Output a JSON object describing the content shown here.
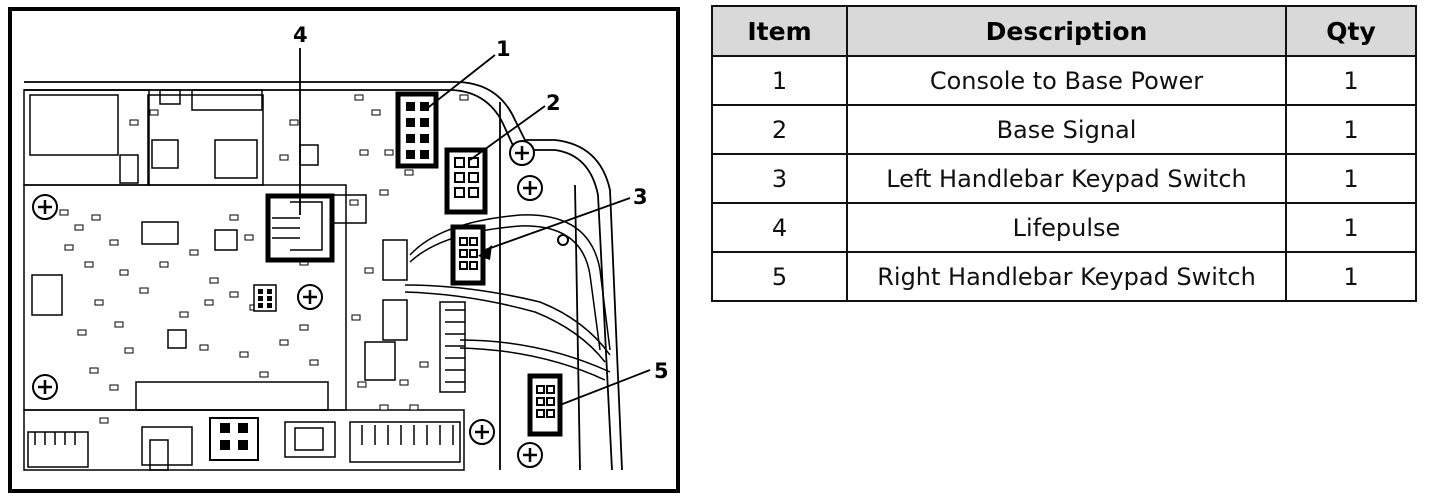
{
  "table": {
    "headers": {
      "item": "Item",
      "description": "Description",
      "qty": "Qty"
    },
    "rows": [
      {
        "item": "1",
        "description": "Console to Base Power",
        "qty": "1"
      },
      {
        "item": "2",
        "description": "Base Signal",
        "qty": "1"
      },
      {
        "item": "3",
        "description": "Left Handlebar Keypad Switch",
        "qty": "1"
      },
      {
        "item": "4",
        "description": "Lifepulse",
        "qty": "1"
      },
      {
        "item": "5",
        "description": "Right Handlebar Keypad Switch",
        "qty": "1"
      }
    ]
  },
  "diagram": {
    "callouts": [
      "1",
      "2",
      "3",
      "4",
      "5"
    ]
  },
  "colors": {
    "line": "#000000",
    "header_bg": "#d9d9d9",
    "background": "#ffffff"
  }
}
